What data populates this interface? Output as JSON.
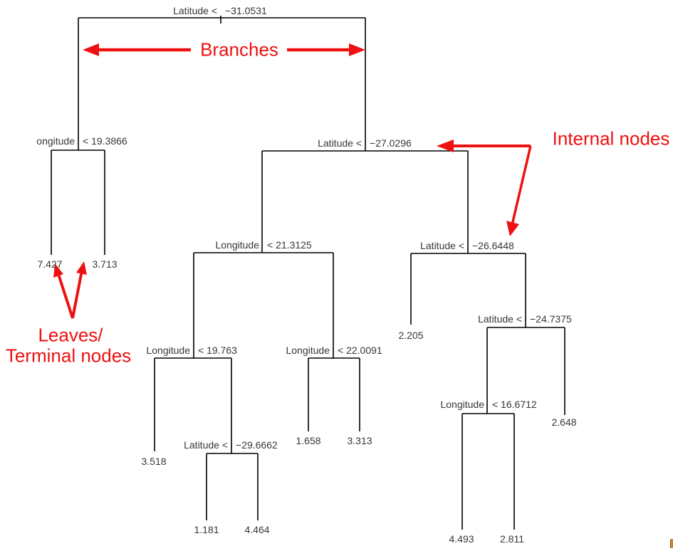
{
  "figure": {
    "type": "decision-tree-plot",
    "description_visible_only": true
  },
  "tree": {
    "nodes": [
      {
        "id": "root",
        "label": "Latitude < −31.0531",
        "left": "Latitude <",
        "right": "−31.0531"
      },
      {
        "id": "n2",
        "label": "ongitude < 19.3866",
        "left": "ongitude",
        "right": "< 19.3866"
      },
      {
        "id": "n3",
        "label": "Latitude < −27.0296",
        "left": "Latitude <",
        "right": "−27.0296"
      },
      {
        "id": "n4",
        "label": "Longitude < 21.3125",
        "left": "Longitude",
        "right": "< 21.3125"
      },
      {
        "id": "n5",
        "label": "Longitude < 19.763",
        "left": "Longitude",
        "right": "< 19.763"
      },
      {
        "id": "n6",
        "label": "Latitude < −29.6662",
        "left": "Latitude <",
        "right": "−29.6662"
      },
      {
        "id": "n7",
        "label": "Longitude < 22.0091",
        "left": "Longitude",
        "right": "< 22.0091"
      },
      {
        "id": "n8",
        "label": "Latitude < −26.6448",
        "left": "Latitude <",
        "right": "−26.6448"
      },
      {
        "id": "n9",
        "label": "Latitude < −24.7375",
        "left": "Latitude <",
        "right": "−24.7375"
      },
      {
        "id": "n10",
        "label": "Longitude < 16.6712",
        "left": "Longitude",
        "right": "< 16.6712"
      }
    ],
    "leaves": [
      {
        "value": "7.427"
      },
      {
        "value": "3.713"
      },
      {
        "value": "3.518"
      },
      {
        "value": "1.181"
      },
      {
        "value": "4.464"
      },
      {
        "value": "1.658"
      },
      {
        "value": "3.313"
      },
      {
        "value": "2.205"
      },
      {
        "value": "4.493"
      },
      {
        "value": "2.811"
      },
      {
        "value": "2.648"
      }
    ]
  },
  "annotations": {
    "branches": "Branches",
    "internal_nodes": "Internal nodes",
    "leaves_line1": "Leaves/",
    "leaves_line2": "Terminal nodes"
  },
  "colors": {
    "tree_line": "#000000",
    "node_text": "#373737",
    "annotation_red": "#ee1111"
  }
}
